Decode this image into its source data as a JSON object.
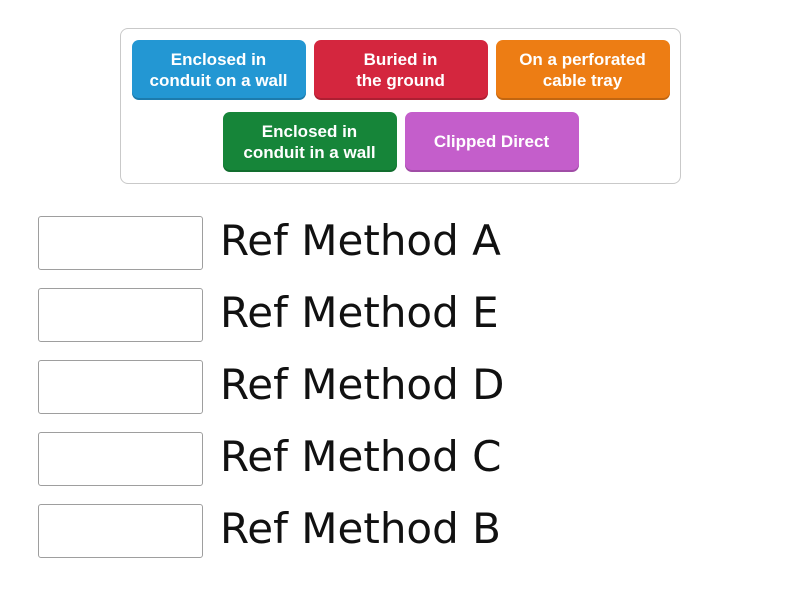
{
  "tray": {
    "chips": [
      {
        "label": "Enclosed in\nconduit on a wall",
        "color": "#2397d3"
      },
      {
        "label": "Buried in\nthe ground",
        "color": "#d4263e"
      },
      {
        "label": "On a perforated\ncable tray",
        "color": "#ed7d14"
      },
      {
        "label": "Enclosed in\nconduit in a wall",
        "color": "#168539"
      },
      {
        "label": "Clipped Direct",
        "color": "#c45ecb"
      }
    ]
  },
  "rows": [
    {
      "label": "Ref Method A"
    },
    {
      "label": "Ref Method E"
    },
    {
      "label": "Ref Method D"
    },
    {
      "label": "Ref Method C"
    },
    {
      "label": "Ref Method B"
    }
  ]
}
